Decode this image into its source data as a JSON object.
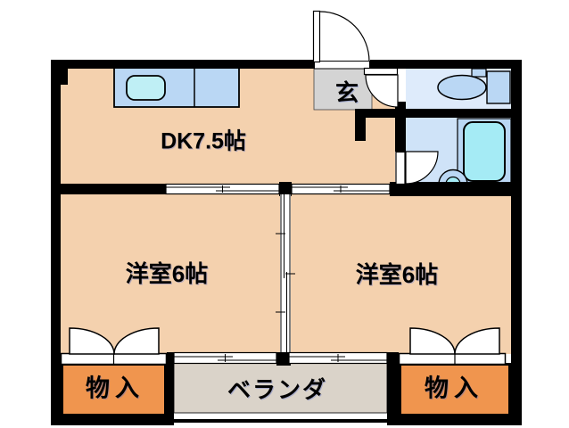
{
  "floorplan": {
    "rooms": {
      "dk": {
        "label": "DK7.5帖"
      },
      "genkan": {
        "label": "玄"
      },
      "bedroom_left": {
        "label": "洋室6帖"
      },
      "bedroom_right": {
        "label": "洋室6帖"
      },
      "closet_left": {
        "label": "物入"
      },
      "closet_right": {
        "label": "物入"
      },
      "veranda": {
        "label": "ベランダ"
      }
    },
    "fixtures": {
      "kitchen_counter": "kitchen-counter",
      "kitchen_sink": "kitchen-sink",
      "toilet": "toilet",
      "bathtub": "bathtub",
      "washbasin": "washbasin"
    },
    "doors": {
      "entrance": "swing-door",
      "toilet": "swing-door",
      "bathroom": "swing-door",
      "closets": "double-hinged-doors",
      "room_partition": "sliding-door",
      "veranda_windows": "sliding-windows"
    },
    "colors": {
      "wall": "#000000",
      "room_floor": "#F4D1AE",
      "closet_fill": "#F0954E",
      "veranda_fill": "#DAD3C9",
      "genkan_fill": "#D4D4D4",
      "toilet_room_fill": "#DEEBFB",
      "bathroom_fill": "#CFE3F8",
      "counter_fill": "#BAD7F4",
      "sink_fill": "#BFEFF5",
      "bathtub_fill": "#A5EBF5",
      "door_fill": "#FFFFFF"
    }
  }
}
